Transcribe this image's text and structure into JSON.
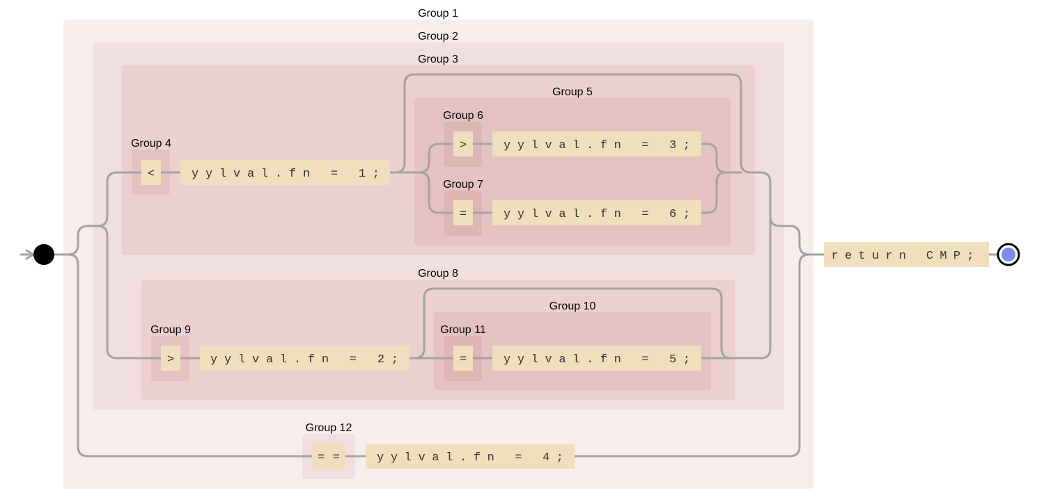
{
  "diagram": {
    "groups": [
      {
        "id": "g1",
        "label": "Group 1"
      },
      {
        "id": "g2",
        "label": "Group 2"
      },
      {
        "id": "g3",
        "label": "Group 3"
      },
      {
        "id": "g4",
        "label": "Group 4"
      },
      {
        "id": "g5",
        "label": "Group 5"
      },
      {
        "id": "g6",
        "label": "Group 6"
      },
      {
        "id": "g7",
        "label": "Group 7"
      },
      {
        "id": "g8",
        "label": "Group 8"
      },
      {
        "id": "g9",
        "label": "Group 9"
      },
      {
        "id": "g10",
        "label": "Group 10"
      },
      {
        "id": "g11",
        "label": "Group 11"
      },
      {
        "id": "g12",
        "label": "Group 12"
      }
    ],
    "tokens": {
      "lt": "<",
      "gt1": ">",
      "eq1": "=",
      "gt2": ">",
      "eq2": "=",
      "eqeq": "==",
      "fn1": "yylval.fn = 1;",
      "fn2": "yylval.fn = 2;",
      "fn3": "yylval.fn = 3;",
      "fn4": "yylval.fn = 4;",
      "fn5": "yylval.fn = 5;",
      "fn6": "yylval.fn = 6;",
      "ret": "return CMP;"
    },
    "colors": {
      "group_fill_light": "#f7eded",
      "group_fill_mid": "#f0dcdc",
      "group_fill_dark": "#e8c9c9",
      "token_fill": "#f0dfbd",
      "edge": "#a3a3a3",
      "start": "#000000",
      "end": "#7d8cf2"
    }
  }
}
